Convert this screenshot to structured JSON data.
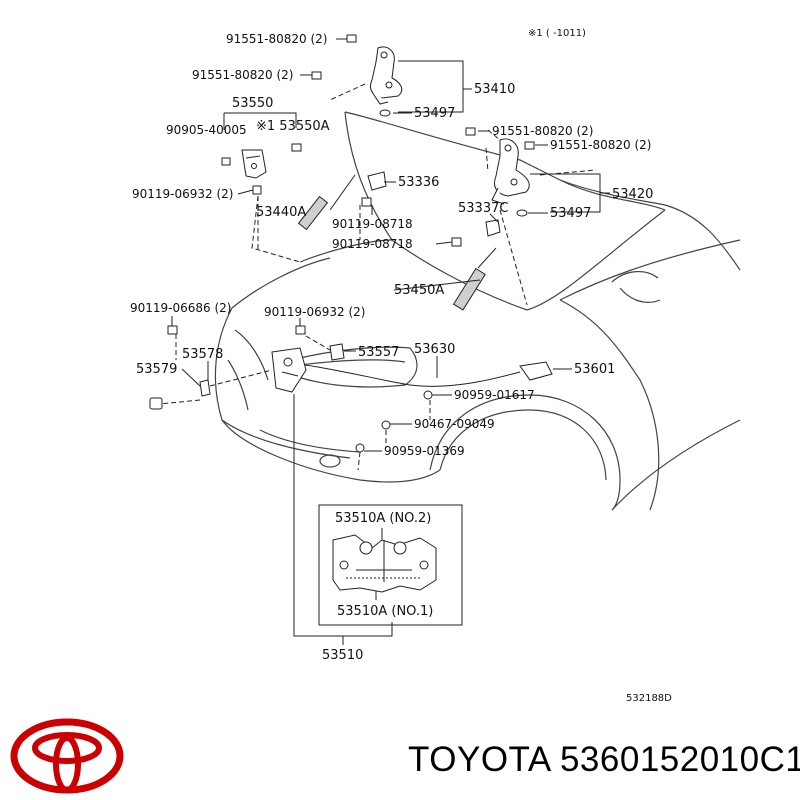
{
  "header_note": "※1 (      -1011)",
  "diagram_code": "532188D",
  "brand_caption": "TOYOTA 5360152010C1",
  "logo_color": "#cc0000",
  "callouts": {
    "c1": "91551-80820 (2)",
    "c2": "91551-80820 (2)",
    "c3": "53410",
    "c4": "53550",
    "c5": "90905-40005",
    "c6": "※1 53550A",
    "c7": "53497",
    "c8": "91551-80820 (2)",
    "c9": "91551-80820 (2)",
    "c10": "90119-06932 (2)",
    "c11": "53336",
    "c12": "53420",
    "c13": "53440A",
    "c14": "90119-08718",
    "c15": "53337C",
    "c16": "53497",
    "c17": "90119-08718",
    "c18": "53450A",
    "c19": "90119-06686 (2)",
    "c20": "90119-06932 (2)",
    "c21": "53578",
    "c22": "53557",
    "c23": "53630",
    "c24": "53579",
    "c25": "53601",
    "c26": "90959-01617",
    "c27": "90467-09049",
    "c28": "90959-01369",
    "c29": "53510A (NO.2)",
    "c30": "53510A (NO.1)",
    "c31": "53510"
  }
}
